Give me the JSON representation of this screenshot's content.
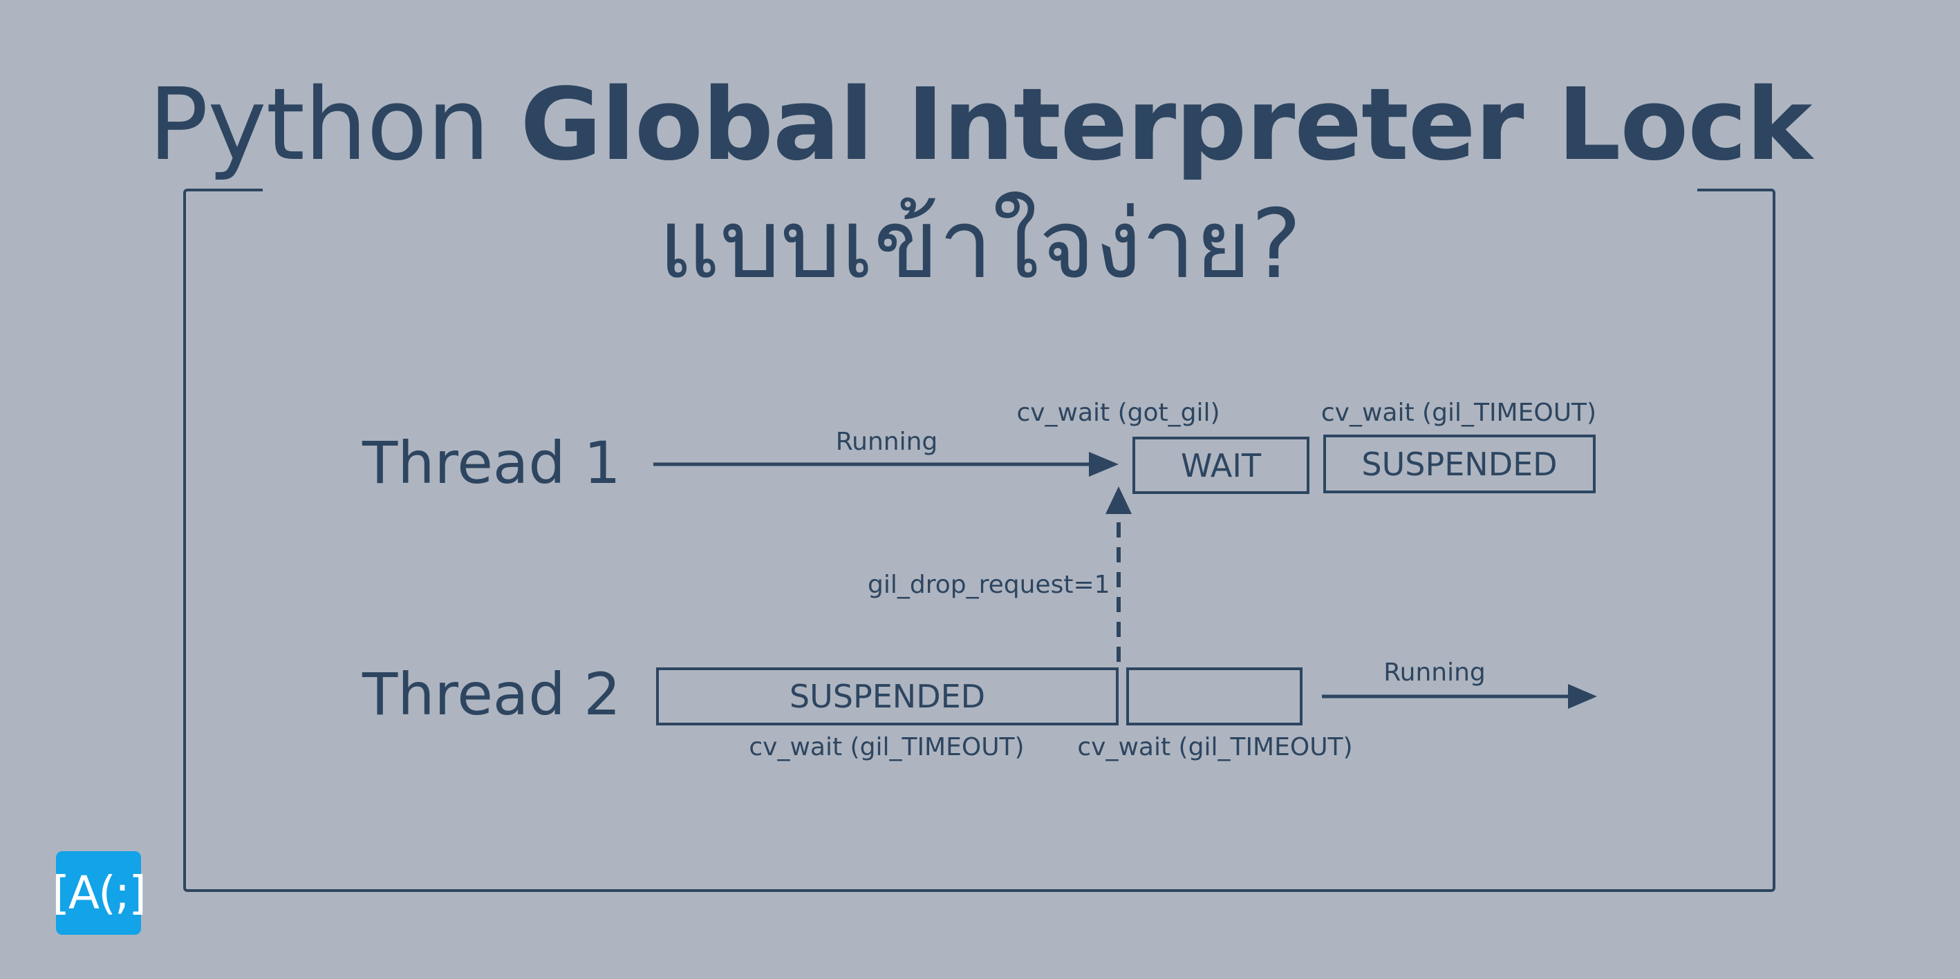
{
  "title": {
    "line1_regular": "Python ",
    "line1_bold": "Global Interpreter Lock",
    "line2": "แบบเข้าใจง่าย?"
  },
  "threads": {
    "thread1": {
      "label": "Thread 1",
      "arrow_label": "Running",
      "wait_box": "WAIT",
      "wait_caption": "cv_wait (got_gil)",
      "suspended_box": "SUSPENDED",
      "suspended_caption": "cv_wait (gil_TIMEOUT)"
    },
    "thread2": {
      "label": "Thread 2",
      "suspended_box": "SUSPENDED",
      "suspended_caption": "cv_wait (gil_TIMEOUT)",
      "empty_box": "",
      "empty_caption": "cv_wait (gil_TIMEOUT)",
      "arrow_label": "Running"
    }
  },
  "signal": {
    "label": "gil_drop_request=1"
  },
  "logo": {
    "text": "[A(;]"
  },
  "colors": {
    "background": "#aeb5c0",
    "ink": "#2d4560",
    "logo_bg": "#12a3e8",
    "logo_text": "#ffffff"
  }
}
